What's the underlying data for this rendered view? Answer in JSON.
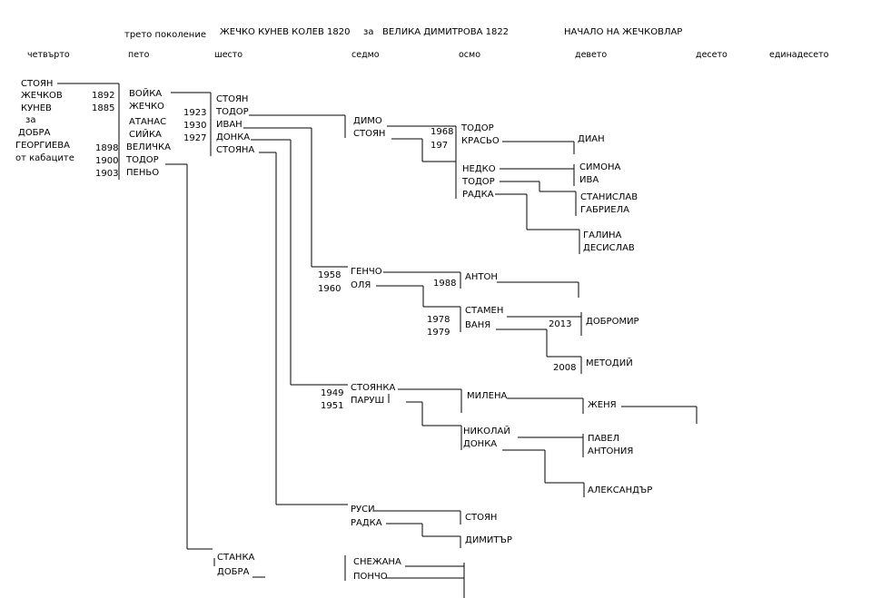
{
  "header": {
    "generation": "трето поколение",
    "husband": "ЖЕЧКО КУНЕВ КОЛЕВ  1820",
    "conj": "за",
    "wife": "ВЕЛИКА  ДИМИТРОВА  1822",
    "origin": "НАЧАЛО  НА ЖЕЧКОВЛАР"
  },
  "generations": [
    "четвърто",
    "пето",
    "шесто",
    "седмо",
    "осмо",
    "девето",
    "десето",
    "единадесето"
  ],
  "people": {
    "g4_father": [
      "СТОЯН",
      "ЖЕЧКОВ",
      "КУНЕВ"
    ],
    "g4_conj": "за",
    "g4_mother": [
      "ДОБРА",
      "ГЕОРГИЕВА",
      "от кабаците"
    ],
    "g5": [
      "ВОЙКА",
      "ЖЕЧКО",
      "АТАНАС",
      "СИЙКА",
      "ВЕЛИЧКА",
      "ТОДОР",
      "ПЕНЬО"
    ],
    "g5_years": [
      "1892",
      "1885",
      "1898",
      "1900",
      "1903"
    ],
    "g6": [
      "СТОЯН",
      "ТОДОР",
      "ИВАН",
      "ДОНКА",
      "СТОЯНА"
    ],
    "g6_years": [
      "1923",
      "1930",
      "1927"
    ],
    "g6_b": [
      "СТАНКА",
      "ДОБРА"
    ],
    "g7": [
      "ДИМО",
      "СТОЯН",
      "ГЕНЧО",
      "ОЛЯ",
      "СТОЯНКА",
      "ПАРУШ",
      "РУСИ",
      "РАДКА",
      "СНЕЖАНА",
      "ПОНЧО"
    ],
    "g7_years": [
      "1958",
      "1960",
      "1949",
      "1951"
    ],
    "g8": [
      "ТОДОР",
      "КРАСЬО",
      "НЕДКО",
      "ТОДОР",
      "РАДКА",
      "СТАМЕН",
      "ВАНЯ",
      "НИКОЛАЙ",
      "ДОНКА"
    ],
    "g8_years": [
      "1968",
      "197",
      "1978",
      "1979",
      "1988",
      "2013",
      "2008"
    ],
    "g8_b": [
      "АНТОН",
      "МИЛЕНА",
      "СТОЯН",
      "ДИМИТЪР"
    ],
    "g9": [
      "ДИАН",
      "СИМОНА",
      "ИВА",
      "СТАНИСЛАВ",
      "ГАБРИЕЛА",
      "ГАЛИНА",
      "ДЕСИСЛАВ",
      "ДОБРОМИР",
      "МЕТОДИЙ",
      "ЖЕНЯ",
      "ПАВЕЛ",
      "АНТОНИЯ",
      "АЛЕКСАНДЪР"
    ]
  }
}
